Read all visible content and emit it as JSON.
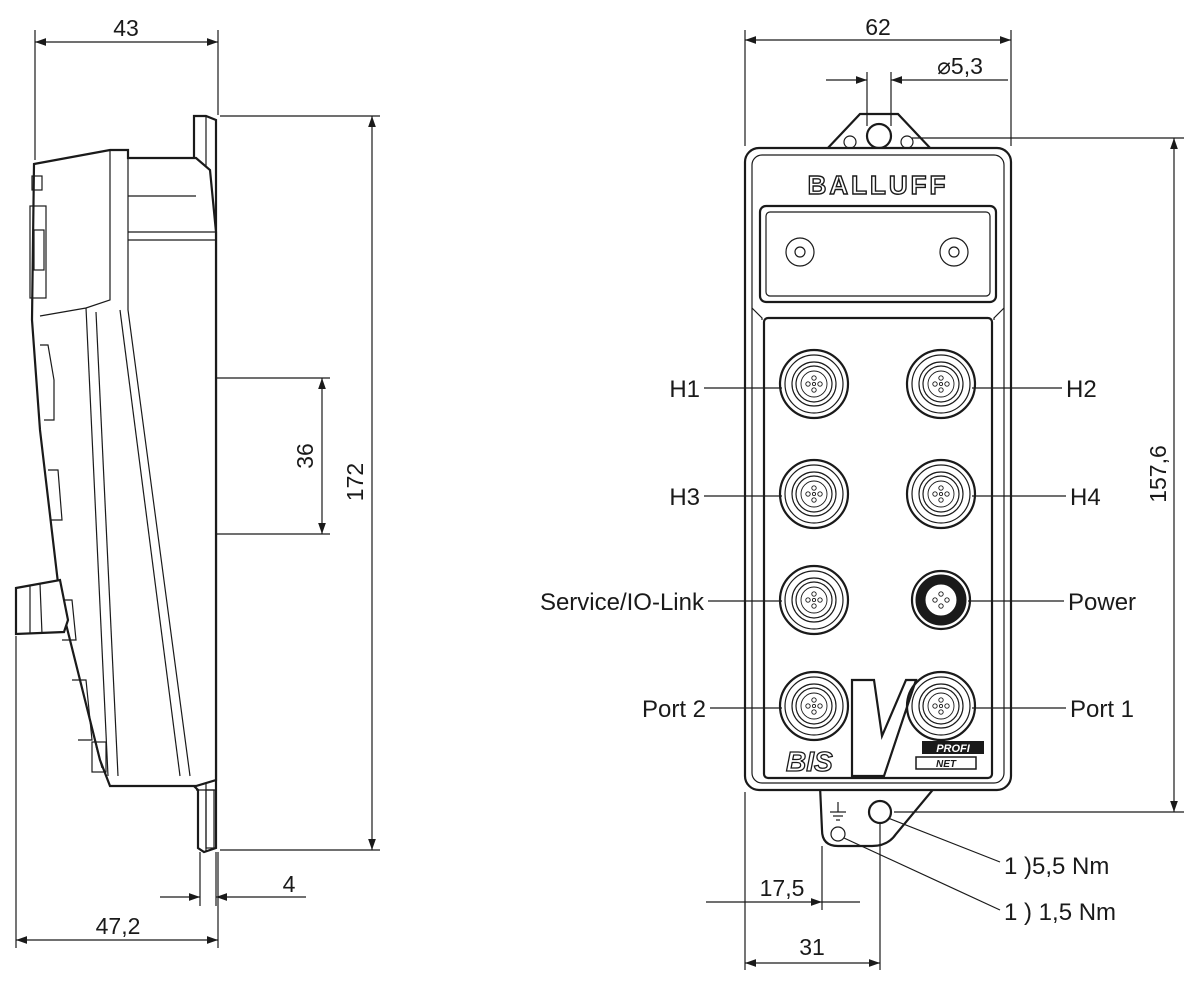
{
  "side_view": {
    "dimensions": {
      "width_top": "43",
      "height_total": "172",
      "slot_height": "36",
      "plate_thickness": "4",
      "width_bottom": "47,2"
    }
  },
  "front_view": {
    "brand": "BALLUFF",
    "product_mark": "BIS",
    "bus_logo_line1": "PROFI",
    "bus_logo_line2": "NET",
    "dimensions": {
      "width_top": "62",
      "hole_diameter": "⌀5,3",
      "height": "157,6",
      "offset_small": "17,5",
      "offset_large": "31"
    },
    "connector_labels": {
      "h1": "H1",
      "h2": "H2",
      "h3": "H3",
      "h4": "H4",
      "service": "Service/IO-Link",
      "power": "Power",
      "port2": "Port 2",
      "port1": "Port 1"
    },
    "torque_notes": {
      "mount_torque": "1 )5,5 Nm",
      "ground_torque": "1 ) 1,5 Nm"
    }
  }
}
